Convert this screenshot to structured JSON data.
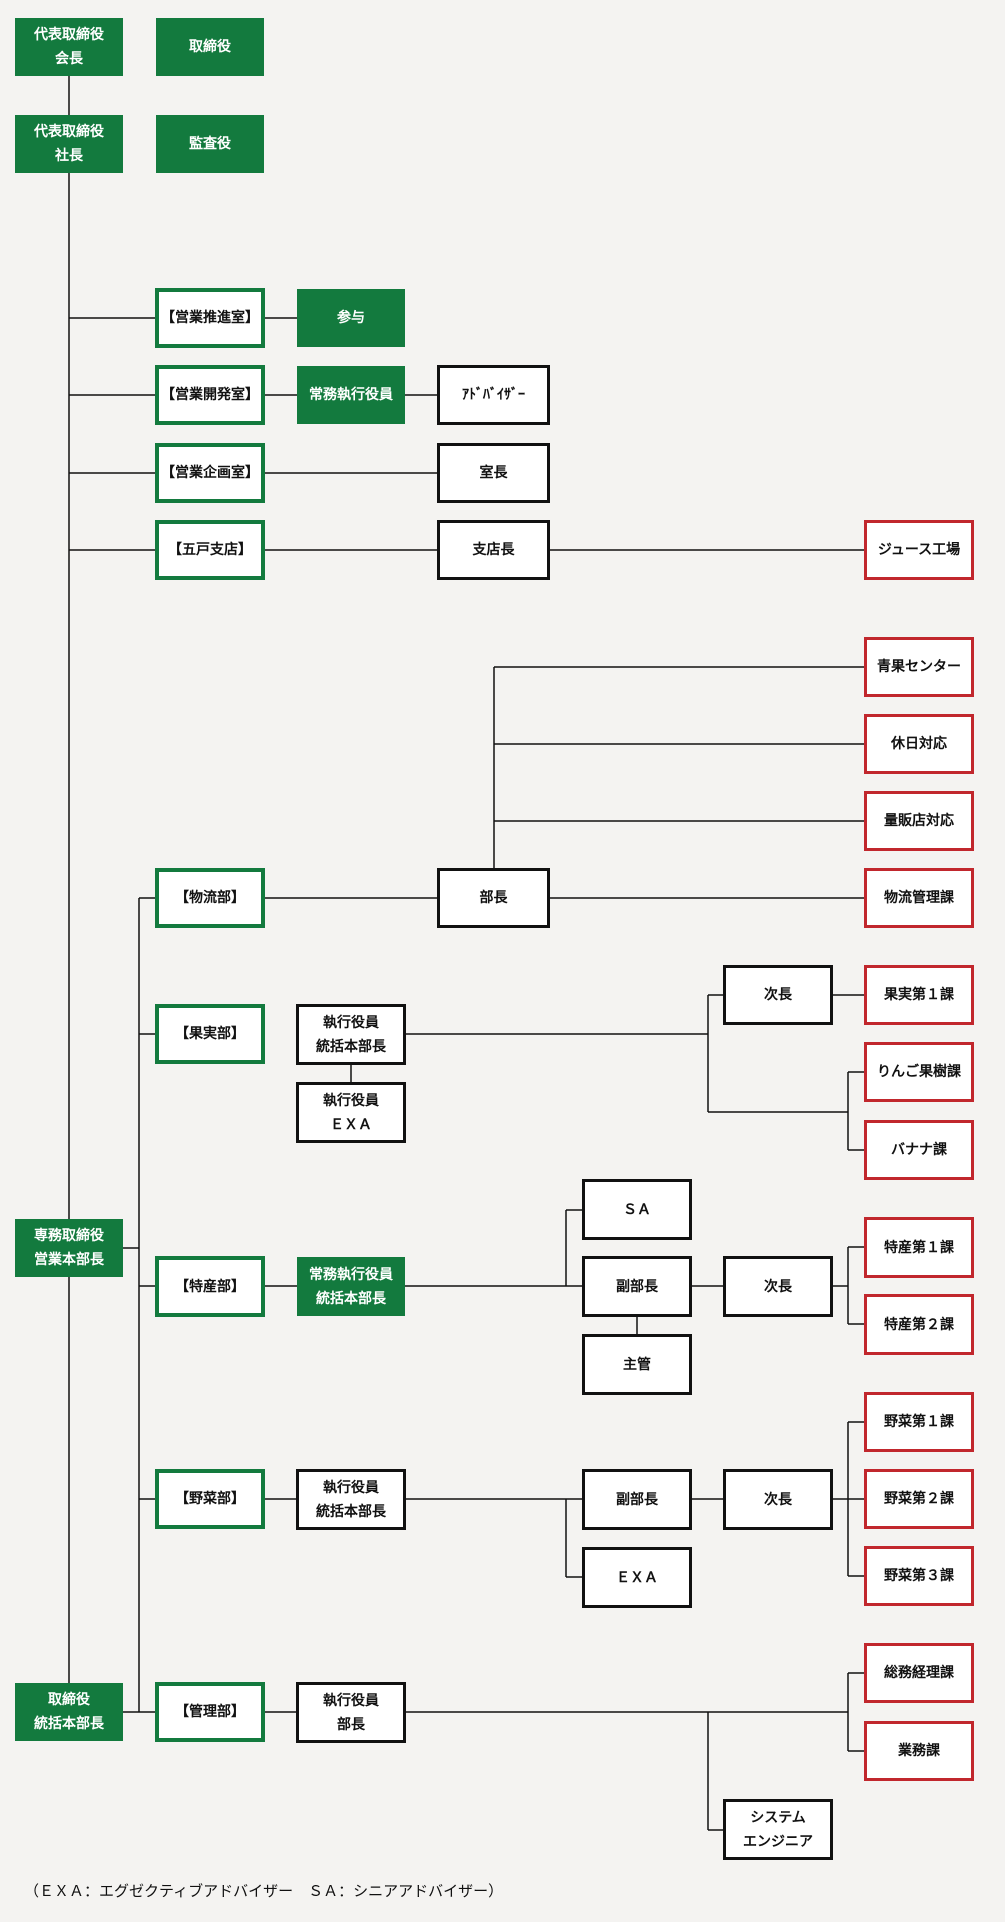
{
  "nodes": {
    "chairman": "代表取締役\n会長",
    "director": "取締役",
    "president": "代表取締役\n社長",
    "auditor": "監査役",
    "sales_promo": "【営業推進室】",
    "counselor": "参与",
    "sales_dev": "【営業開発室】",
    "exec_officer_managing": "常務執行役員",
    "advisor": "ｱﾄﾞﾊﾞｲｻﾞｰ",
    "sales_plan": "【営業企画室】",
    "office_head": "室長",
    "gonohe_branch": "【五戸支店】",
    "branch_manager": "支店長",
    "juice_factory": "ジュース工場",
    "produce_center": "青果センター",
    "holiday_support": "休日対応",
    "mass_retail": "量販店対応",
    "logistics_dept": "【物流部】",
    "logistics_head": "部長",
    "logistics_mgmt": "物流管理課",
    "fruit_dept": "【果実部】",
    "fruit_exec": "執行役員\n統括本部長",
    "fruit_exa": "執行役員\nＥＸＡ",
    "fruit_deputy": "次長",
    "fruit_sec1": "果実第１課",
    "apple_sec": "りんご果樹課",
    "banana_sec": "バナナ課",
    "senior_md": "専務取締役\n営業本部長",
    "local_dept": "【特産部】",
    "local_exec": "常務執行役員\n統括本部長",
    "local_sa": "ＳＡ",
    "local_vice": "副部長",
    "local_chief": "主管",
    "local_deputy": "次長",
    "local_sec1": "特産第１課",
    "local_sec2": "特産第２課",
    "veg_dept": "【野菜部】",
    "veg_exec": "執行役員\n統括本部長",
    "veg_vice": "副部長",
    "veg_exa": "ＥＸＡ",
    "veg_deputy": "次長",
    "veg_sec1": "野菜第１課",
    "veg_sec2": "野菜第２課",
    "veg_sec3": "野菜第３課",
    "director_gm": "取締役\n統括本部長",
    "admin_dept": "【管理部】",
    "admin_exec": "執行役員\n部長",
    "general_affairs": "総務経理課",
    "business_sec": "業務課",
    "sys_engineer": "システム\nエンジニア"
  },
  "footnote": "（ＥＸＡ：エグゼクティブアドバイザー　ＳＡ：シニアアドバイザー）",
  "colors": {
    "executive_fill": "#137a3e",
    "department_border": "#137a3e",
    "position_border": "#111111",
    "section_border": "#c1272d",
    "background": "#f4f3f1"
  }
}
